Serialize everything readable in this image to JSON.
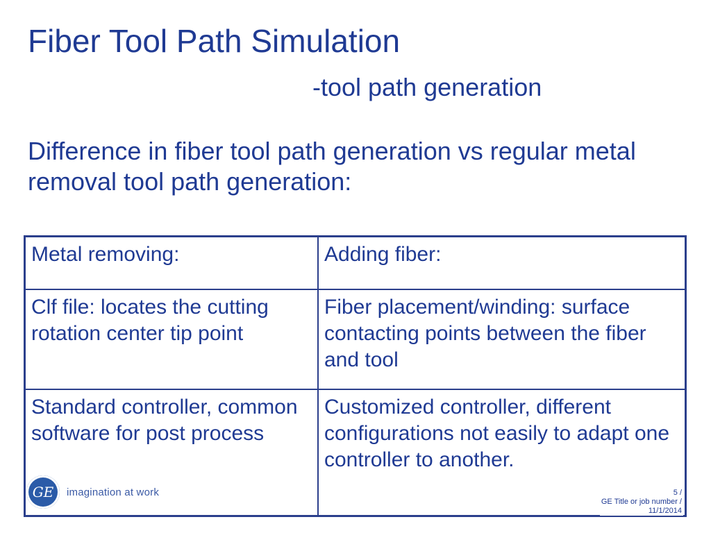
{
  "slide": {
    "title": "Fiber Tool Path Simulation",
    "subtitle": "-tool path generation",
    "intro": "Difference in fiber tool path generation vs regular metal removal tool path generation:"
  },
  "table": {
    "rows": [
      [
        "Metal removing:",
        "Adding fiber:"
      ],
      [
        "Clf file: locates the cutting rotation center tip point",
        "Fiber placement/winding: surface contacting points between the fiber and tool"
      ],
      [
        "Standard controller, common software for post process",
        "Customized controller, different configurations not easily to adapt one controller to another."
      ]
    ]
  },
  "logo": {
    "mark": "GE",
    "tagline": "imagination at work",
    "icon": "ge-monogram-icon"
  },
  "footer": {
    "page": "5 /",
    "job": "GE Title or job number /",
    "date": "11/1/2014"
  },
  "colors": {
    "text": "#1f3a93",
    "border": "#2b3f8c",
    "logo": "#2b5ba8"
  }
}
